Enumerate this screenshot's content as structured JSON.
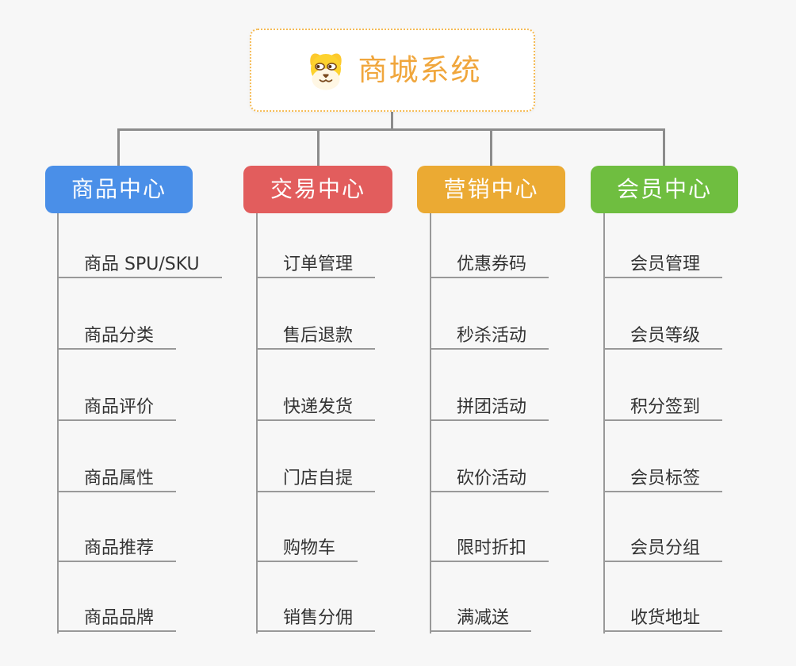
{
  "page": {
    "background_color": "#f7f7f7"
  },
  "root": {
    "label": "商城系统",
    "icon": "dog-face-icon",
    "text_color": "#f0a63c",
    "border_color": "#f5bb55"
  },
  "connector_color": "#8c8c8c",
  "child_line_color": "#999999",
  "child_text_color": "#333333",
  "branches": [
    {
      "label": "商品中心",
      "color": "#4a8fe8",
      "children": [
        "商品 SPU/SKU",
        "商品分类",
        "商品评价",
        "商品属性",
        "商品推荐",
        "商品品牌"
      ]
    },
    {
      "label": "交易中心",
      "color": "#e25d5d",
      "children": [
        "订单管理",
        "售后退款",
        "快递发货",
        "门店自提",
        "购物车",
        "销售分佣"
      ]
    },
    {
      "label": "营销中心",
      "color": "#ebaa33",
      "children": [
        "优惠券码",
        "秒杀活动",
        "拼团活动",
        "砍价活动",
        "限时折扣",
        "满减送"
      ]
    },
    {
      "label": "会员中心",
      "color": "#6fbe40",
      "children": [
        "会员管理",
        "会员等级",
        "积分签到",
        "会员标签",
        "会员分组",
        "收货地址"
      ]
    }
  ]
}
